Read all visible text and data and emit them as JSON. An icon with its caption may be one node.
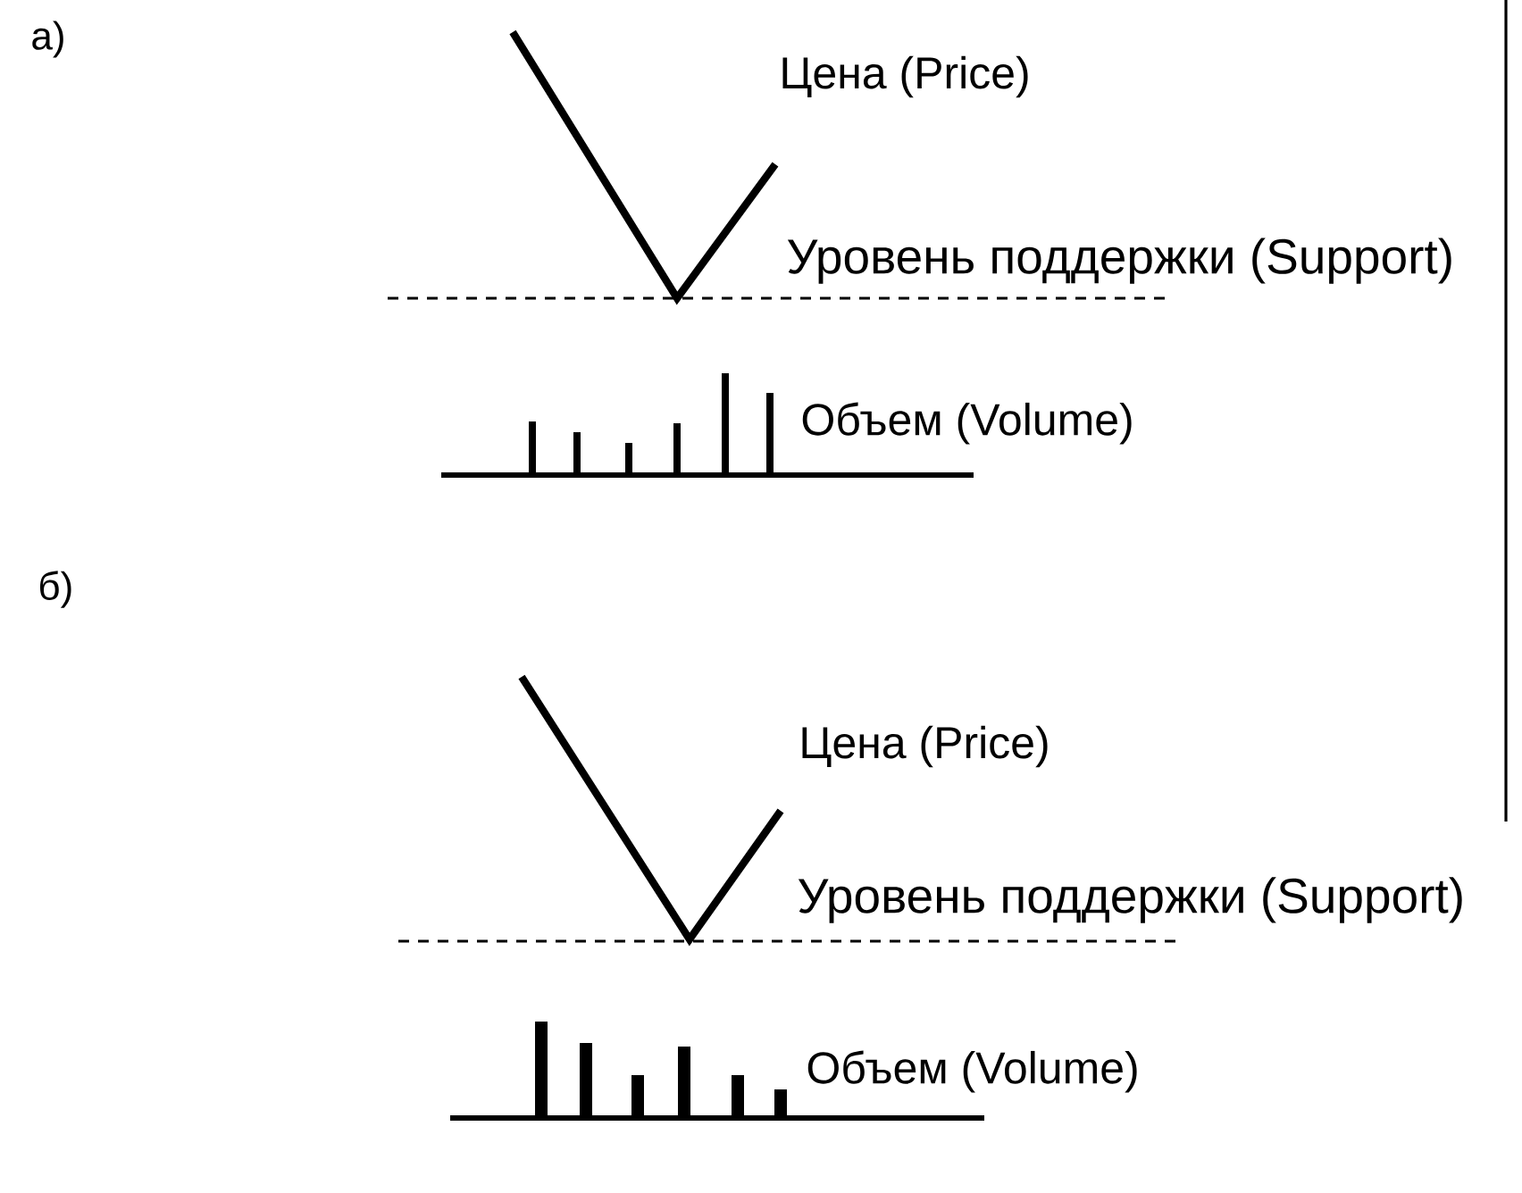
{
  "diagram": {
    "labels": [
      "а)",
      "Цена (Price)",
      "Уровень поддержки (Support)",
      "Объем (Volume)",
      "б)",
      "Цена (Price)",
      "Уровень поддержки (Support)",
      "Объем (Volume)"
    ]
  }
}
